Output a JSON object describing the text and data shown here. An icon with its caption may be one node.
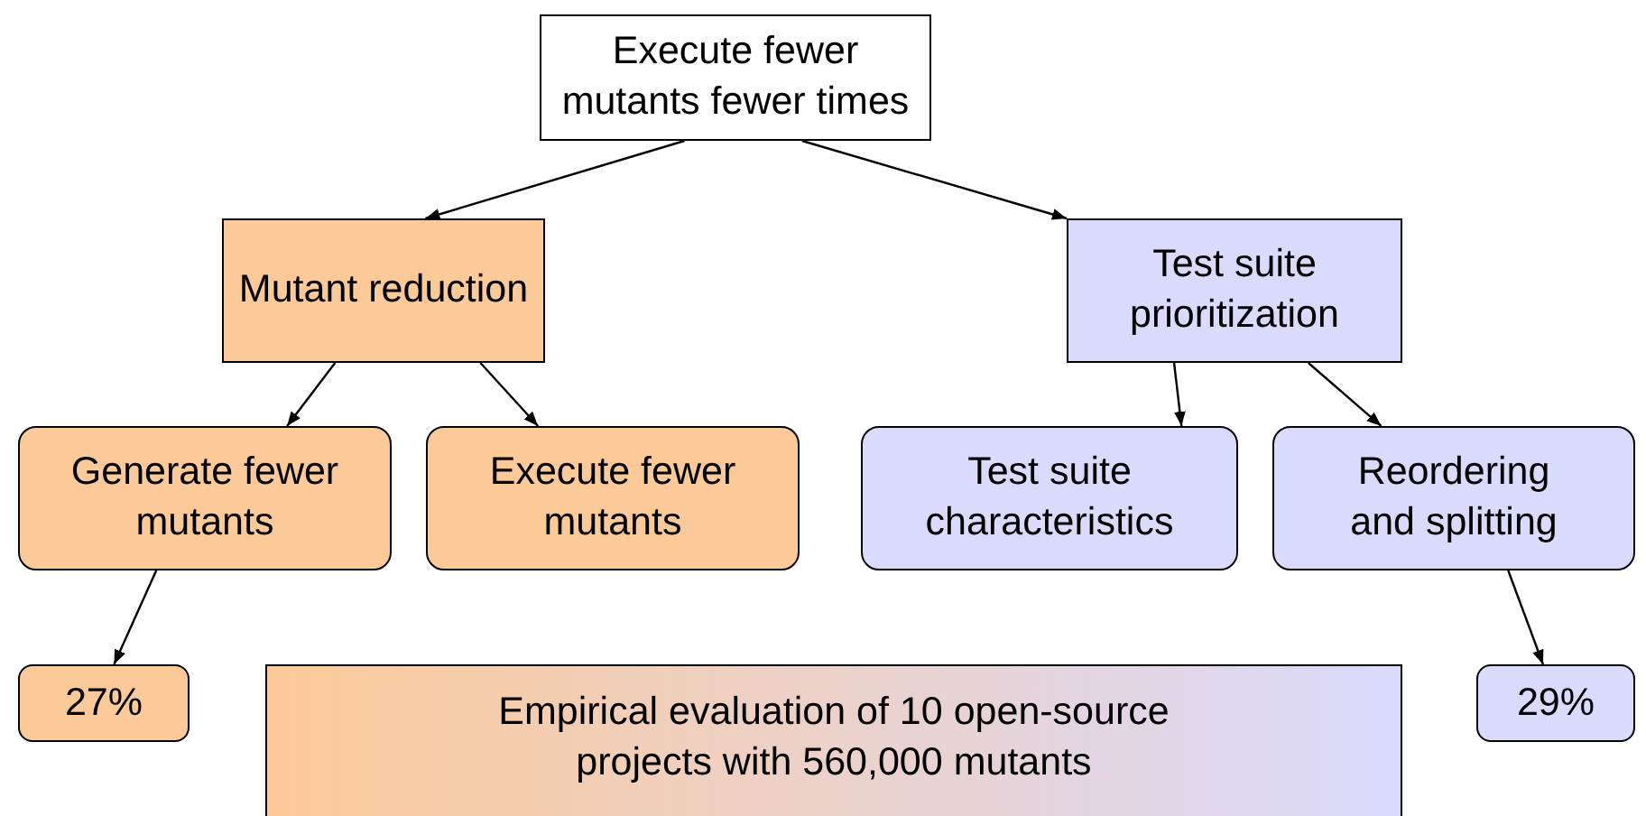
{
  "diagram": {
    "nodes": [
      {
        "text": [
          "Execute fewer mutants fewer times"
        ]
      },
      {
        "text": [
          "Mutant reduction"
        ]
      },
      {
        "text": [
          "Test suite prioritization"
        ]
      },
      {
        "text": [
          "Generate fewer mutants"
        ]
      },
      {
        "text": [
          "Execute fewer mutants"
        ]
      },
      {
        "text": [
          "Test suite characteristics"
        ]
      },
      {
        "text": [
          "Reordering and splitting"
        ]
      },
      {
        "text": [
          "27%"
        ]
      },
      {
        "text": [
          "Empirical evaluation of 10 open-source projects with 560,000 mutants"
        ]
      },
      {
        "text": [
          "29%"
        ]
      }
    ],
    "edges": [
      {
        "from": 0,
        "to": 1,
        "arrow": "to"
      },
      {
        "from": 0,
        "to": 2,
        "arrow": "to"
      },
      {
        "from": 1,
        "to": 3,
        "arrow": "to"
      },
      {
        "from": 1,
        "to": 4,
        "arrow": "to"
      },
      {
        "from": 2,
        "to": 5,
        "arrow": "to"
      },
      {
        "from": 2,
        "to": 6,
        "arrow": "to"
      },
      {
        "from": 3,
        "to": 7,
        "arrow": "to"
      },
      {
        "from": 6,
        "to": 9,
        "arrow": "to"
      }
    ]
  }
}
